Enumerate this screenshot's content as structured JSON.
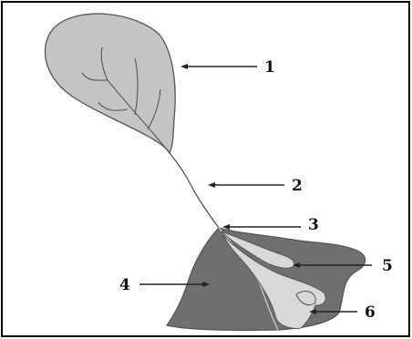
{
  "colors": {
    "border": "#000000",
    "leaf_fill": "#c4c4c4",
    "outline": "#555555",
    "body_fill": "#6f6f6f",
    "inner_fill": "#d9d9d9",
    "arrow": "#222222"
  },
  "labels": {
    "n1": "1",
    "n2": "2",
    "n3": "3",
    "n4": "4",
    "n5": "5",
    "n6": "6"
  }
}
